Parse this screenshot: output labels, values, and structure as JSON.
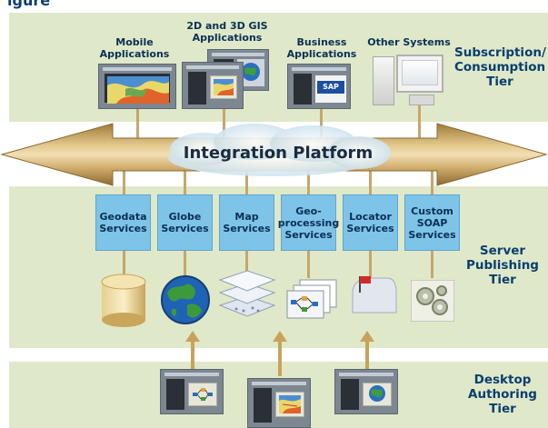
{
  "header": {
    "clipped_title": "igure"
  },
  "tiers": {
    "subscription": "Subscription/\nConsumption\nTier",
    "server": "Server\nPublishing\nTier",
    "desktop": "Desktop\nAuthoring\nTier"
  },
  "consumers": {
    "mobile": "Mobile\nApplications",
    "gis": "2D and 3D GIS\nApplications",
    "business": "Business\nApplications",
    "other": "Other Systems"
  },
  "integration": {
    "label": "Integration Platform"
  },
  "services": [
    {
      "label": "Geodata\nServices"
    },
    {
      "label": "Globe\nServices"
    },
    {
      "label": "Map\nServices"
    },
    {
      "label": "Geo-\nprocessing\nServices"
    },
    {
      "label": "Locator\nServices"
    },
    {
      "label": "Custom\nSOAP\nServices"
    }
  ],
  "business_logo_text": "SAP",
  "colors": {
    "band": "#dfe9c9",
    "service_box": "#7ec4e8",
    "arrow_gold": "#c9a25a",
    "label_blue": "#0a3e6e"
  }
}
